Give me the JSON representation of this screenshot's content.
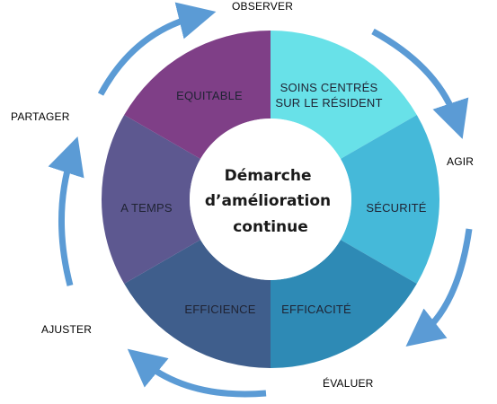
{
  "center": {
    "lines": [
      "Démarche",
      "d’amélioration",
      "continue"
    ]
  },
  "segments": [
    {
      "lines": [
        "SOINS CENTRÉS",
        "SUR LE RÉSIDENT"
      ],
      "color": "#68E1E8"
    },
    {
      "lines": [
        "SÉCURITÉ"
      ],
      "color": "#45B9D9"
    },
    {
      "lines": [
        "EFFICACITÉ"
      ],
      "color": "#2E8AB5"
    },
    {
      "lines": [
        "EFFICIENCE"
      ],
      "color": "#3F5E8C"
    },
    {
      "lines": [
        "A TEMPS"
      ],
      "color": "#5D5890"
    },
    {
      "lines": [
        "EQUITABLE"
      ],
      "color": "#7F3F87"
    }
  ],
  "cycle": {
    "observer": "OBSERVER",
    "agir": "AGIR",
    "evaluer": "ÉVALUER",
    "ajuster": "AJUSTER",
    "partager": "PARTAGER"
  },
  "arrow_color": "#5B9BD5"
}
